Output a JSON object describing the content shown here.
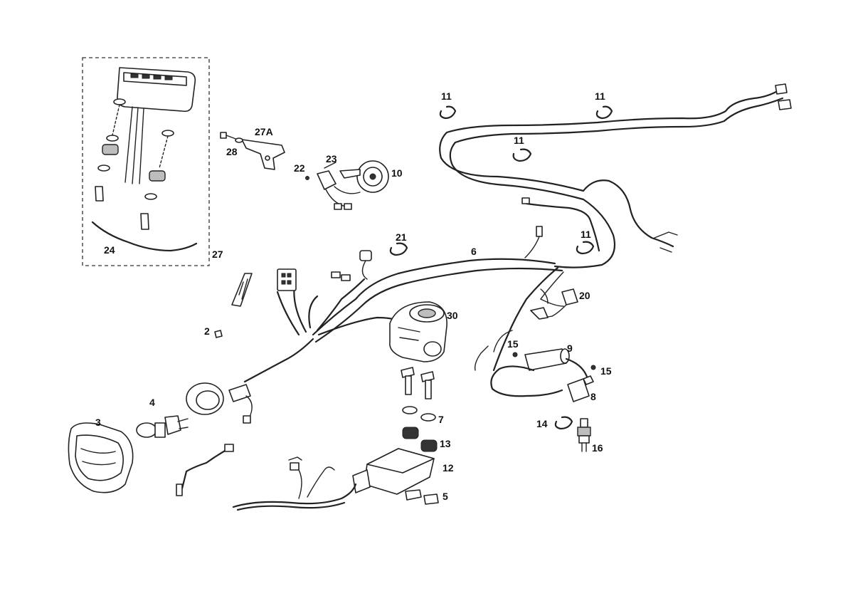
{
  "diagram": {
    "labels": {
      "p2": "2",
      "p3": "3",
      "p4": "4",
      "p5": "5",
      "p6": "6",
      "p7": "7",
      "p8": "8",
      "p9": "9",
      "p10": "10",
      "p11a": "11",
      "p11b": "11",
      "p11c": "11",
      "p11d": "11",
      "p12": "12",
      "p13": "13",
      "p14": "14",
      "p15a": "15",
      "p15b": "15",
      "p16": "16",
      "p20": "20",
      "p21": "21",
      "p22": "22",
      "p23": "23",
      "p24": "24",
      "p27": "27",
      "p27a": "27A",
      "p28": "28",
      "p30": "30"
    }
  }
}
